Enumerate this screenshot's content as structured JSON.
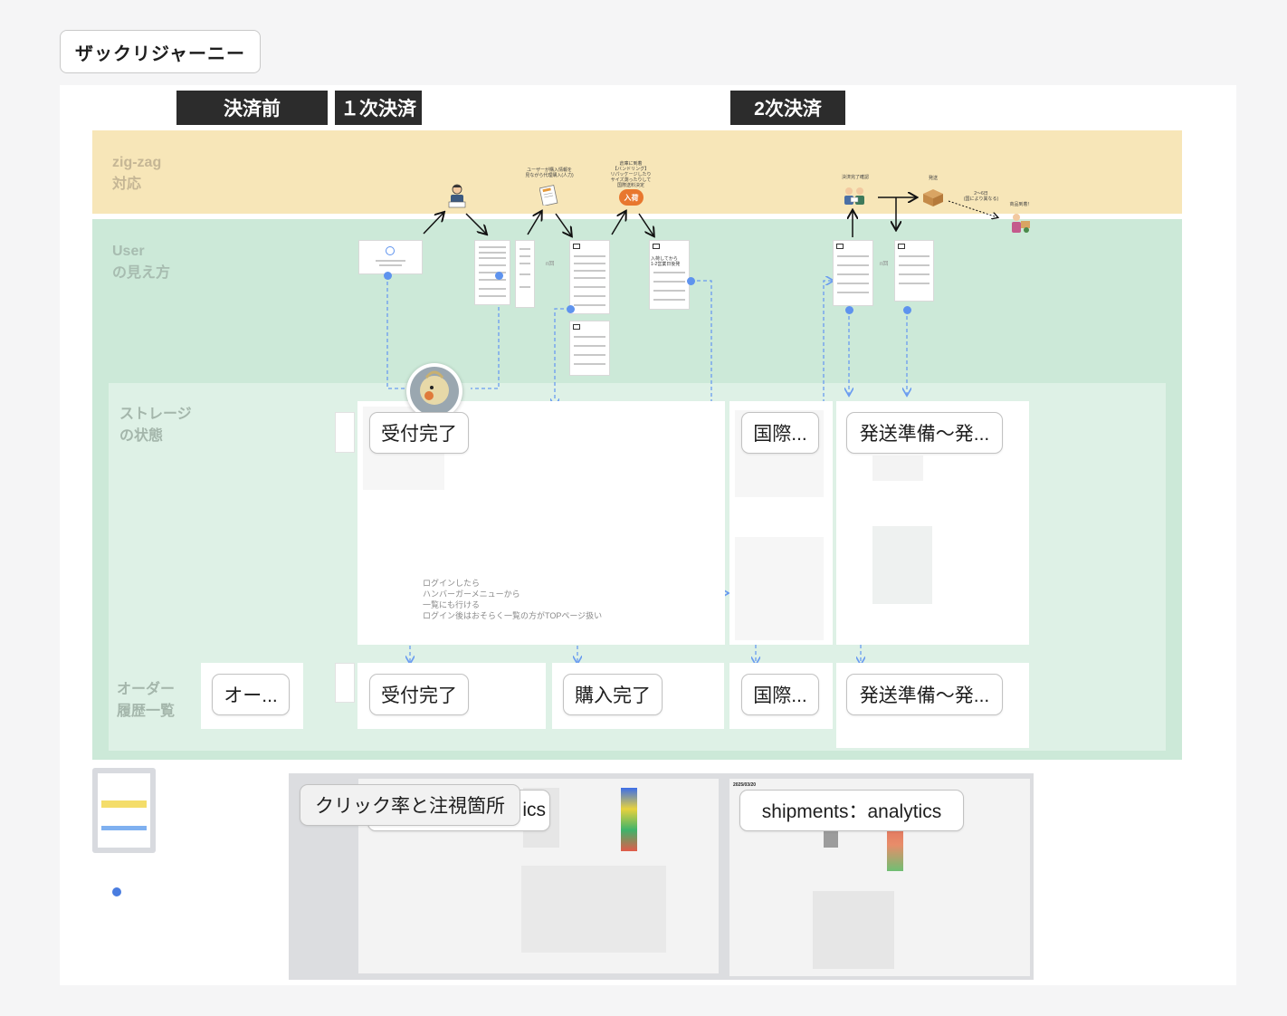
{
  "board": {
    "title": "ザックリジャーニー"
  },
  "phases": {
    "pre_payment": "決済前",
    "first_payment": "１次決済",
    "second_payment": "2次決済"
  },
  "lanes": {
    "zigzag": "zig-zag\n対応",
    "user_view": "User\nの見え方",
    "storage": "ストレージ\nの状態",
    "order_history": "オーダー\n履歴一覧"
  },
  "zigzag_notes": {
    "user_input": "ユーザーが購入情報を\n見ながら代理購入(人力)",
    "arrival": "倉庫に到着\n【バンドリング】\nリパッケージしたり\nサイズ測ったりして\n国際送料決定",
    "arrival_badge": "入荷",
    "payment_done": "決済完了確認",
    "shipping": "発送",
    "days": "2〜6日\n(国により異なる)",
    "delivered": "商品到着！"
  },
  "user_view_notes": {
    "n_times_1": "n回",
    "n_times_2": "n回",
    "mail_note": "入荷してから\n1-2営業日後発"
  },
  "storage_cards": {
    "accepted": "受付完了",
    "international": "国際...",
    "shipping_prep": "発送準備〜発..."
  },
  "order_cards": {
    "order": "オー...",
    "accepted": "受付完了",
    "purchased": "購入完了",
    "international": "国際...",
    "shipping_prep": "発送準備〜発..."
  },
  "login_note": "ログインしたら\nハンバーガーメニューから\n一覧にも行ける\nログイン後はおそらく一覧の方がTOPページ扱い",
  "analytics": {
    "click_rate": "クリック率と注視箇所",
    "click_rate_suffix": "ics",
    "shipments": "shipments：analytics",
    "shipments_date": "2025/03/20"
  },
  "colors": {
    "yellow_band": "#f7e6b8",
    "green_band": "#cce9d8",
    "storage_band": "#def1e6",
    "phase_label_bg": "#2c2c2c",
    "connector": "#6a9cf0"
  }
}
